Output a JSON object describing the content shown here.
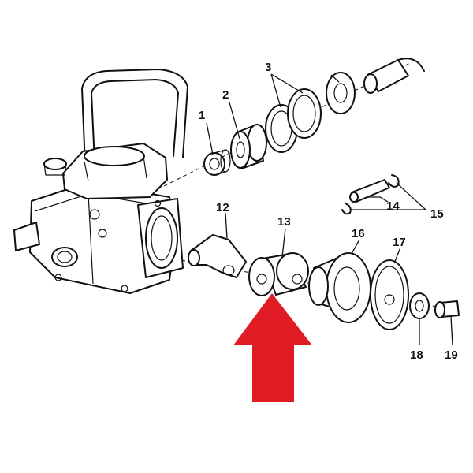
{
  "diagram": {
    "labels": {
      "p1": "1",
      "p2": "2",
      "p3": "3",
      "p12": "12",
      "p13": "13",
      "p14": "14",
      "p15": "15",
      "p16": "16",
      "p17": "17",
      "p18": "18",
      "p19": "19"
    }
  },
  "colors": {
    "arrow": "#e01b24",
    "ink": "#111111",
    "background": "#ffffff"
  }
}
